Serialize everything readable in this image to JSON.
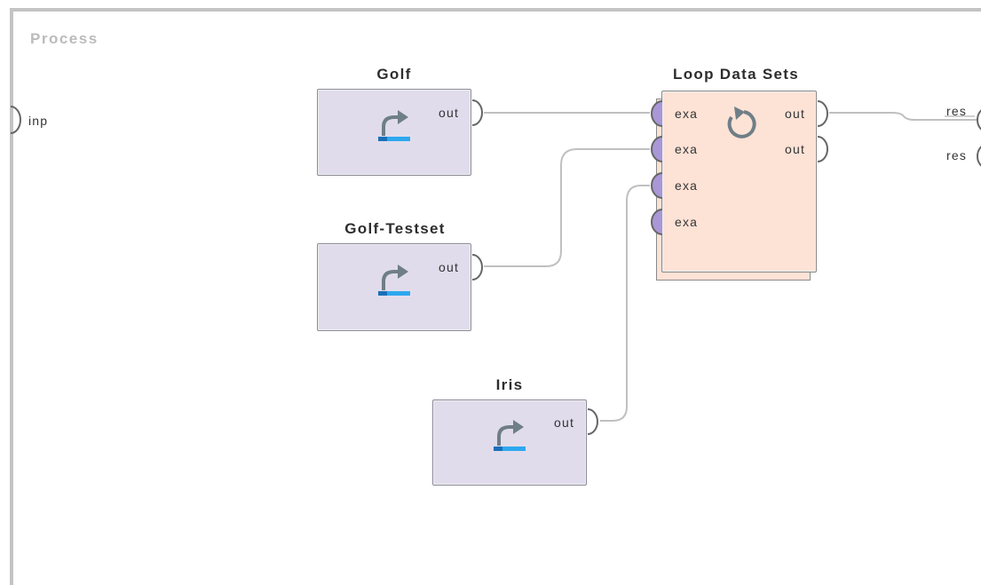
{
  "process": {
    "title": "Process",
    "input_port": "inp",
    "result_ports": [
      "res",
      "res"
    ]
  },
  "operators": {
    "golf": {
      "name": "Golf",
      "icon": "retrieve-arrow-icon",
      "out": "out"
    },
    "golf_testset": {
      "name": "Golf-Testset",
      "icon": "retrieve-arrow-icon",
      "out": "out"
    },
    "iris": {
      "name": "Iris",
      "icon": "retrieve-arrow-icon",
      "out": "out"
    },
    "loop": {
      "name": "Loop Data Sets",
      "icon": "loop-refresh-icon",
      "inputs": [
        "exa",
        "exa",
        "exa",
        "exa"
      ],
      "outputs": [
        "out",
        "out"
      ]
    }
  },
  "colors": {
    "retrieve_fill": "#e0dcec",
    "loop_fill": "#fde2d6",
    "input_port_fill": "#a997d7",
    "icon_blue": "#1e88d4",
    "icon_gray": "#6f7e87",
    "connection": "#c0c0c0"
  }
}
